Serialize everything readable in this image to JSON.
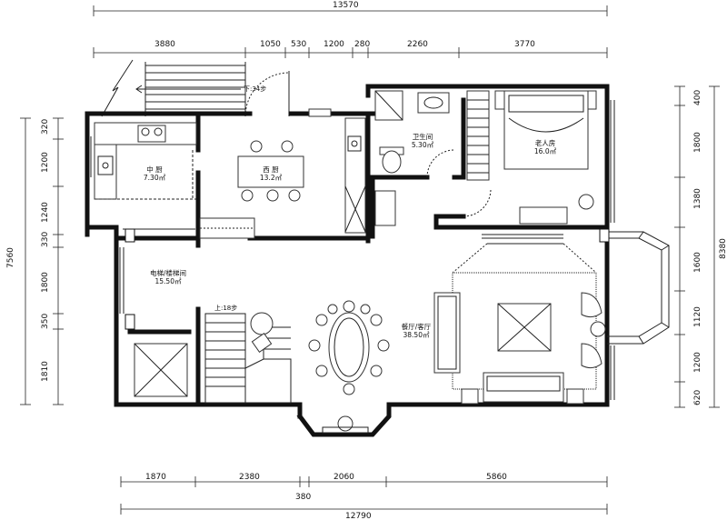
{
  "dimensions": {
    "top_total": "13570",
    "top_segments": [
      "3880",
      "1050",
      "530",
      "1200",
      "280",
      "2260",
      "3770"
    ],
    "left": [
      "320",
      "1200",
      "1240",
      "330",
      "1800",
      "350",
      "1810"
    ],
    "left_total": "7560",
    "right": [
      "400",
      "1800",
      "1380",
      "1600",
      "1120",
      "1200",
      "620"
    ],
    "right_total": "8380",
    "bottom_segments": [
      "1870",
      "2380",
      "2060",
      "5860"
    ],
    "bottom_extra": "380",
    "bottom_total": "12790"
  },
  "rooms": {
    "chinese_kitchen": {
      "name": "中 厨",
      "area": "7.30㎡"
    },
    "western_kitchen": {
      "name": "西 厨",
      "area": "13.2㎡"
    },
    "bathroom": {
      "name": "卫生间",
      "area": "5.30㎡"
    },
    "elder_room": {
      "name": "老人房",
      "area": "16.0㎡"
    },
    "elevator_hall": {
      "name": "电梯/楼梯间",
      "area": "15.50㎡"
    },
    "living": {
      "name": "餐厅/客厅",
      "area": "38.50㎡"
    }
  },
  "stairs": {
    "down_label": "下:34步",
    "up_label": "上:18步"
  }
}
